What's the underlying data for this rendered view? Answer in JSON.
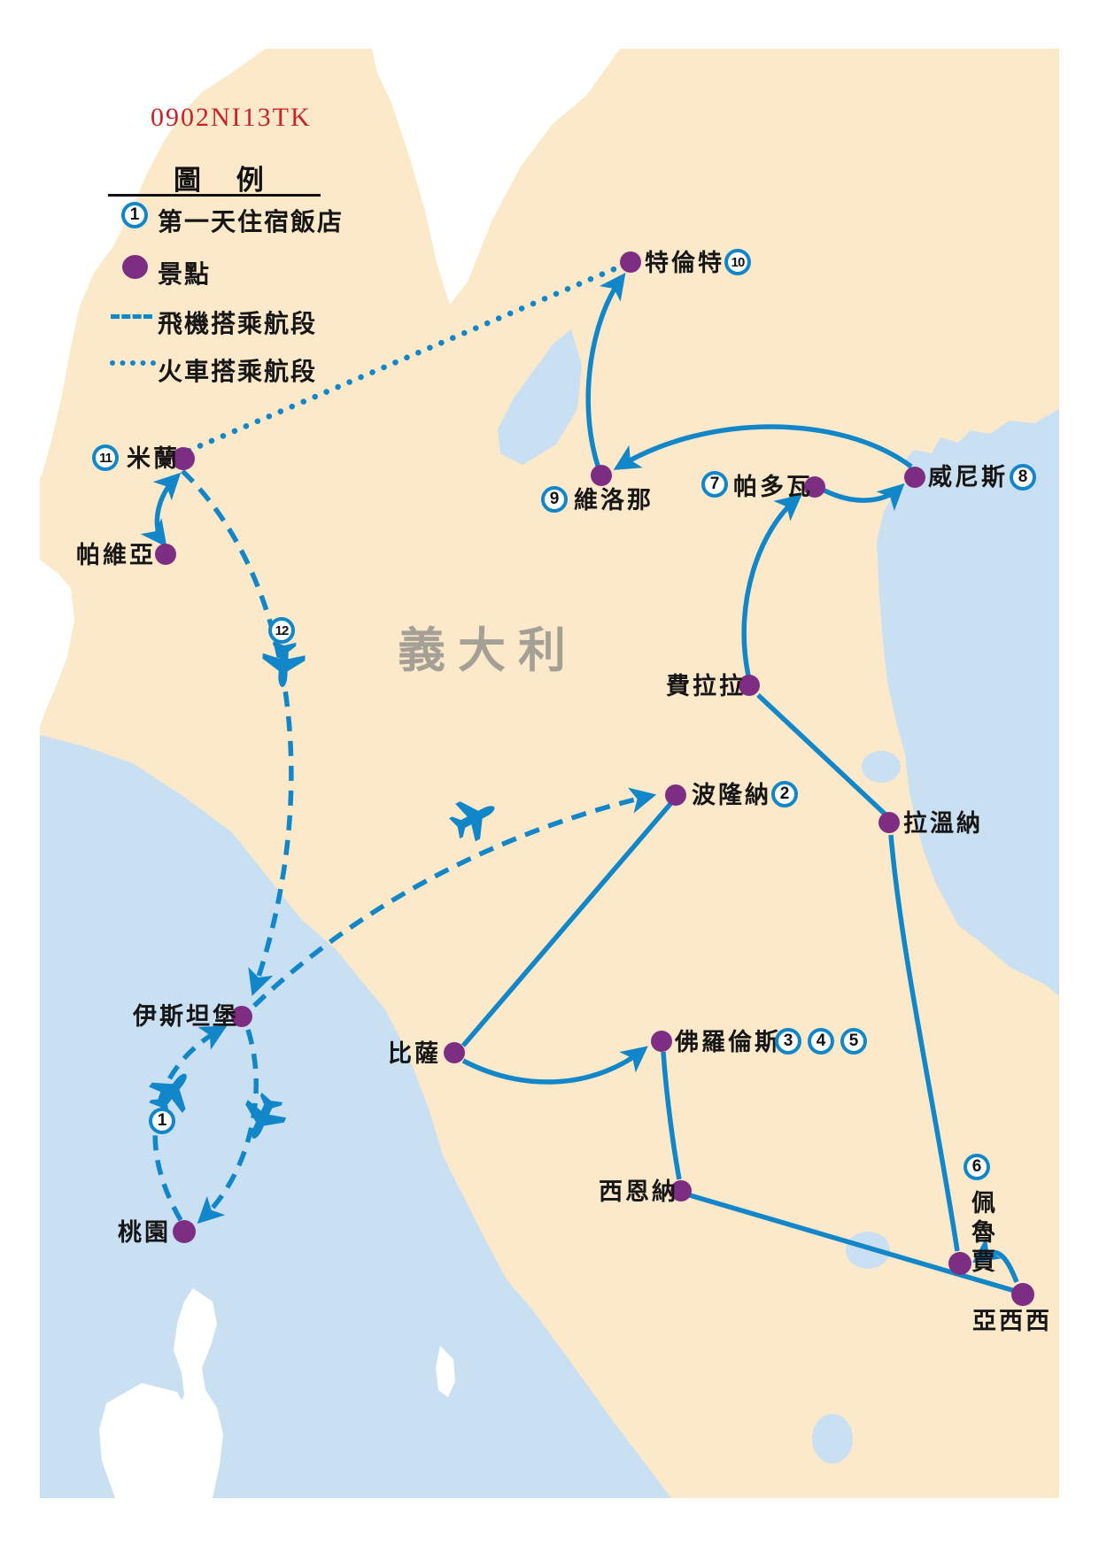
{
  "code": "0902NI13TK",
  "region_label": "義大利",
  "legend": {
    "title": "圖 例",
    "items": [
      {
        "symbol": "day-1-circle",
        "label": "第一天住宿飯店"
      },
      {
        "symbol": "purple-dot",
        "label": "景點"
      },
      {
        "symbol": "blue-dashed-line",
        "label": "飛機搭乘航段"
      },
      {
        "symbol": "blue-dotted-line",
        "label": "火車搭乘航段"
      }
    ]
  },
  "cities": {
    "trento": {
      "name": "特倫特",
      "day": "10"
    },
    "milan": {
      "name": "米蘭",
      "day": "11"
    },
    "pavia": {
      "name": "帕維亞"
    },
    "verona": {
      "name": "維洛那",
      "day": "9"
    },
    "padua": {
      "name": "帕多瓦",
      "day": "7"
    },
    "venice": {
      "name": "威尼斯",
      "day": "8"
    },
    "ferrara": {
      "name": "費拉拉"
    },
    "bologna": {
      "name": "波隆納",
      "day": "2"
    },
    "ravenna": {
      "name": "拉溫納"
    },
    "istanbul": {
      "name": "伊斯坦堡"
    },
    "pisa": {
      "name": "比薩"
    },
    "florence": {
      "name": "佛羅倫斯",
      "days": [
        "3",
        "4",
        "5"
      ]
    },
    "siena": {
      "name": "西恩納"
    },
    "perugia": {
      "name": "佩魯賈",
      "day": "6"
    },
    "assisi": {
      "name": "亞西西"
    },
    "taoyuan": {
      "name": "桃園"
    }
  },
  "flight_badges": {
    "outbound": "1",
    "return_leg": "12"
  },
  "colors": {
    "land": "#fce9ca",
    "sea": "#c9dff2",
    "foreign_land": "#ffffff",
    "route_blue": "#1186c9",
    "poi_purple": "#7d2e83",
    "code_red": "#cc2127",
    "region_gray": "#a5a096",
    "text_black": "#161616"
  }
}
